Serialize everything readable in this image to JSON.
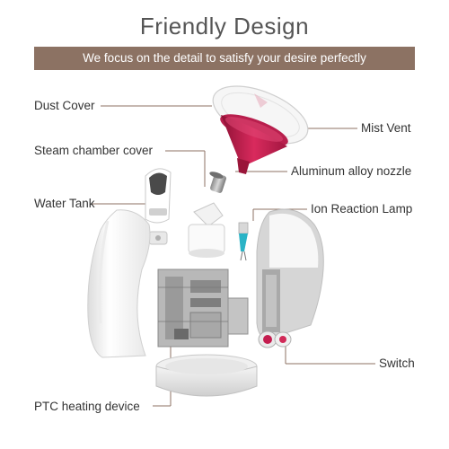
{
  "title": "Friendly Design",
  "banner": "We focus on the detail to satisfy your desire perfectly",
  "labels": {
    "dust_cover": "Dust Cover",
    "steam_chamber_cover": "Steam chamber cover",
    "water_tank": "Water Tank",
    "ptc_heating_device": "PTC heating device",
    "mist_vent": "Mist Vent",
    "aluminum_nozzle": "Aluminum alloy nozzle",
    "ion_lamp": "Ion Reaction Lamp",
    "switch": "Switch"
  },
  "colors": {
    "banner": "#8c7263",
    "accent": "#c41d4f",
    "leader": "#8c7263",
    "ion_lamp": "#2ab3c6"
  }
}
